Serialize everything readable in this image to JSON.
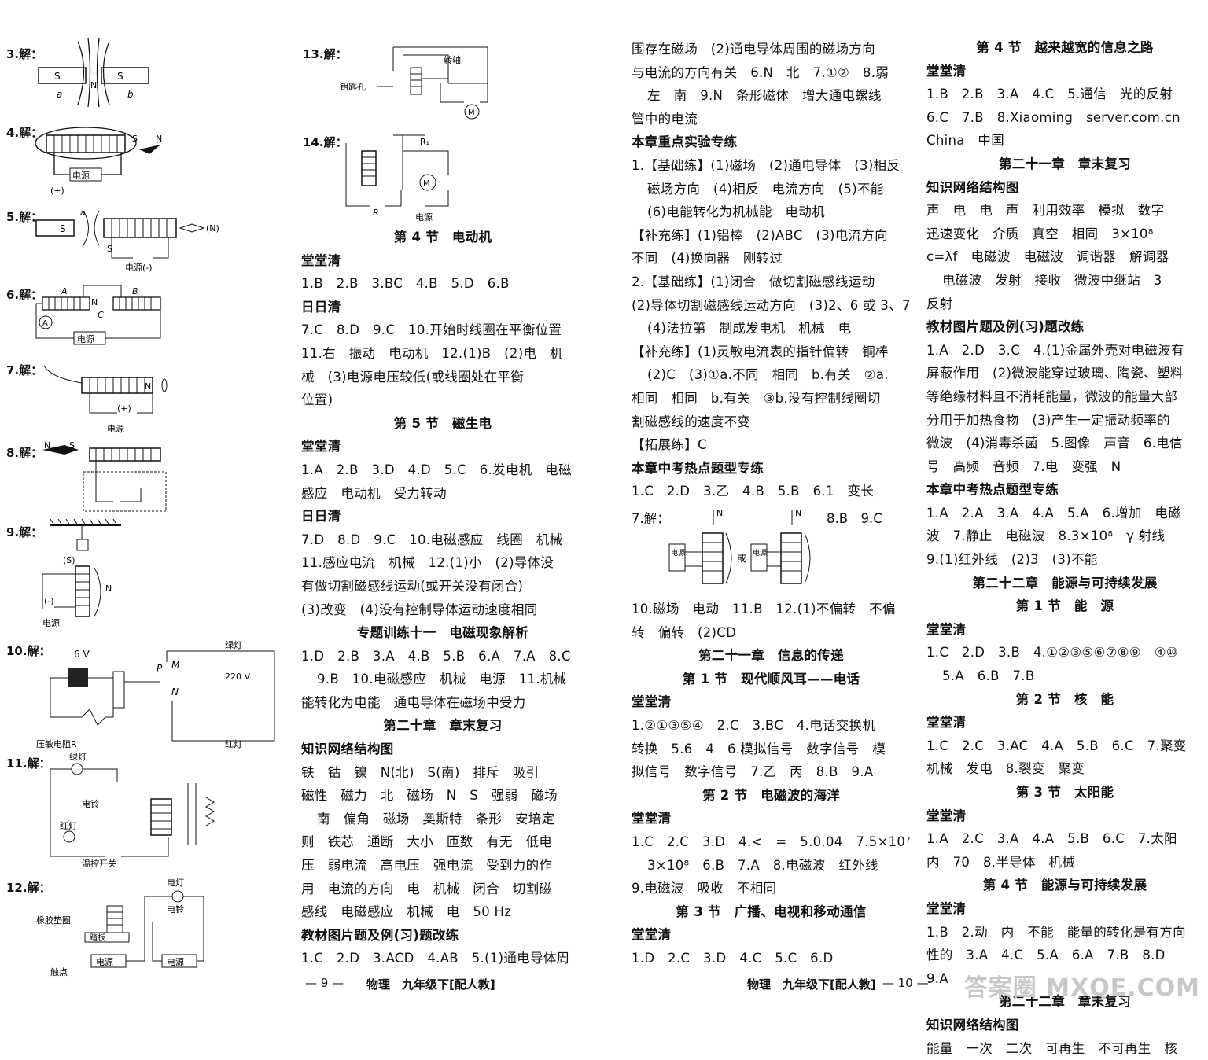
{
  "col1": {
    "labels": [
      "3.解：",
      "4.解：",
      "5.解：",
      "6.解：",
      "7.解：",
      "8.解：",
      "9.解：",
      "10.解：",
      "11.解：",
      "12.解："
    ],
    "d3": {
      "s1": "S",
      "n": "N",
      "s2": "S",
      "a": "a",
      "b": "b"
    },
    "d4": {
      "s": "S",
      "n": "N",
      "power": "电源",
      "plus": "(+)"
    },
    "d5": {
      "s": "S",
      "a": "a",
      "n": "(N)",
      "s2": "S",
      "power": "电源(-)"
    },
    "d6": {
      "a": "A",
      "n": "N",
      "c": "C",
      "b": "B",
      "meter": "A",
      "power": "电源"
    },
    "d7": {
      "n": "N",
      "plus": "(+)",
      "power": "电源"
    },
    "d8": {
      "n": "N",
      "s": "S"
    },
    "d9": {
      "s": "(S)",
      "minus": "(-)",
      "power": "电源",
      "n": "N"
    },
    "d10": {
      "v": "6 V",
      "p": "P",
      "m": "M",
      "n": "N",
      "green": "绿灯",
      "v220": "220 V",
      "red": "红灯",
      "r": "压敏电阻R"
    },
    "d11": {
      "green": "绿灯",
      "bell": "电铃",
      "red": "红灯",
      "switch": "温控开关"
    },
    "d12": {
      "pad": "橡胶垫圈",
      "plate": "踏板",
      "contact": "触点",
      "power1": "电源",
      "power2": "电源",
      "light": "电灯",
      "bell": "电铃"
    }
  },
  "col2": {
    "labels13": "13.解：",
    "d13": {
      "keyhole": "钥匙孔",
      "shaft": "转轴",
      "m": "M"
    },
    "labels14": "14.解：",
    "d14": {
      "r1": "R₁",
      "m": "M",
      "r": "R",
      "power": "电源"
    },
    "lines": [
      {
        "t": "第 4 节　电动机",
        "c": "hc"
      },
      {
        "t": "堂堂清",
        "c": "h"
      },
      {
        "t": "1.B　2.B　3.BC　4.B　5.D　6.B",
        "c": ""
      },
      {
        "t": "日日清",
        "c": "h"
      },
      {
        "t": "7.C　8.D　9.C　10.开始时线圈在平衡位置",
        "c": ""
      },
      {
        "t": "11.右　振动　电动机　12.(1)B　(2)电　机",
        "c": ""
      },
      {
        "t": "械　(3)电源电压较低(或线圈处在平衡",
        "c": ""
      },
      {
        "t": "位置)",
        "c": ""
      },
      {
        "t": "第 5 节　磁生电",
        "c": "hc"
      },
      {
        "t": "堂堂清",
        "c": "h"
      },
      {
        "t": "1.A　2.B　3.D　4.D　5.C　6.发电机　电磁",
        "c": ""
      },
      {
        "t": "感应　电动机　受力转动",
        "c": ""
      },
      {
        "t": "日日清",
        "c": "h"
      },
      {
        "t": "7.D　8.D　9.C　10.电磁感应　线圈　机械",
        "c": ""
      },
      {
        "t": "11.感应电流　机械　12.(1)小　(2)导体没",
        "c": ""
      },
      {
        "t": "有做切割磁感线运动(或开关没有闭合)",
        "c": ""
      },
      {
        "t": "(3)改变　(4)没有控制导体运动速度相同",
        "c": ""
      },
      {
        "t": "专题训练十一　电磁现象解析",
        "c": "hc"
      },
      {
        "t": "1.D　2.B　3.A　4.B　5.B　6.A　7.A　8.C",
        "c": ""
      },
      {
        "t": "9.B　10.电磁感应　机械　电源　11.机械",
        "c": "i"
      },
      {
        "t": "能转化为电能　通电导体在磁场中受力",
        "c": ""
      },
      {
        "t": "第二十章　章末复习",
        "c": "hc"
      },
      {
        "t": "知识网络结构图",
        "c": "h"
      },
      {
        "t": "铁　钴　镍　N(北)　S(南)　排斥　吸引",
        "c": ""
      },
      {
        "t": "磁性　磁力　北　磁场　N　S　强弱　磁场",
        "c": ""
      },
      {
        "t": "南　偏角　磁场　奥斯特　条形　安培定",
        "c": "i"
      },
      {
        "t": "则　铁芯　通断　大小　匝数　有无　低电",
        "c": ""
      },
      {
        "t": "压　弱电流　高电压　强电流　受到力的作",
        "c": ""
      },
      {
        "t": "用　电流的方向　电　机械　闭合　切割磁",
        "c": ""
      },
      {
        "t": "感线　电磁感应　机械　电　50 Hz",
        "c": ""
      },
      {
        "t": "教材图片题及例(习)题改练",
        "c": "h"
      },
      {
        "t": "1.C　2.D　3.ACD　4.AB　5.(1)通电导体周",
        "c": ""
      }
    ]
  },
  "col3": {
    "linesTop": [
      {
        "t": "围存在磁场　(2)通电导体周围的磁场方向",
        "c": ""
      },
      {
        "t": "与电流的方向有关　6.N　北　7.①②　8.弱",
        "c": ""
      },
      {
        "t": "左　南　9.N　条形磁体　增大通电螺线",
        "c": "i"
      },
      {
        "t": "管中的电流",
        "c": ""
      },
      {
        "t": "本章重点实验专练",
        "c": "h"
      },
      {
        "t": "1.【基础练】(1)磁场　(2)通电导体　(3)相反",
        "c": ""
      },
      {
        "t": "磁场方向　(4)相反　电流方向　(5)不能",
        "c": "i"
      },
      {
        "t": "(6)电能转化为机械能　电动机",
        "c": "i"
      },
      {
        "t": "【补充练】(1)铝棒　(2)ABC　(3)电流方向",
        "c": ""
      },
      {
        "t": "不同　(4)换向器　刚转过",
        "c": ""
      },
      {
        "t": "2.【基础练】(1)闭合　做切割磁感线运动",
        "c": ""
      },
      {
        "t": "(2)导体切割磁感线运动方向　(3)2、6 或 3、7",
        "c": ""
      },
      {
        "t": "(4)法拉第　制成发电机　机械　电",
        "c": "i"
      },
      {
        "t": "【补充练】(1)灵敏电流表的指针偏转　铜棒",
        "c": ""
      },
      {
        "t": "(2)C　(3)①a.不同　相同　b.有关　②a.",
        "c": "i"
      },
      {
        "t": "相同　相同　b.有关　③b.没有控制线圈切",
        "c": ""
      },
      {
        "t": "割磁感线的速度不变",
        "c": ""
      },
      {
        "t": "【拓展练】C",
        "c": ""
      },
      {
        "t": "本章中考热点题型专练",
        "c": "h"
      },
      {
        "t": "1.C　2.D　3.乙　4.B　5.B　6.1　变长",
        "c": ""
      }
    ],
    "q7": {
      "label": "7.解：",
      "rest": "8.B　9.C",
      "n1": "N",
      "n2": "N",
      "power1": "电源",
      "power2": "电源",
      "or": "或"
    },
    "linesBottom": [
      {
        "t": "10.磁场　电动　11.B　12.(1)不偏转　不偏",
        "c": ""
      },
      {
        "t": "转　偏转　(2)CD",
        "c": ""
      },
      {
        "t": "第二十一章　信息的传递",
        "c": "hc"
      },
      {
        "t": "第 1 节　现代顺风耳——电话",
        "c": "hc"
      },
      {
        "t": "堂堂清",
        "c": "h"
      },
      {
        "t": "1.②①③⑤④　2.C　3.BC　4.电话交换机",
        "c": ""
      },
      {
        "t": "转换　5.6　4　6.模拟信号　数字信号　模",
        "c": ""
      },
      {
        "t": "拟信号　数字信号　7.乙　丙　8.B　9.A",
        "c": ""
      },
      {
        "t": "第 2 节　电磁波的海洋",
        "c": "hc"
      },
      {
        "t": "堂堂清",
        "c": "h"
      },
      {
        "t": "1.C　2.C　3.D　4.<　=　5.0.04　7.5×10⁷",
        "c": ""
      },
      {
        "t": "3×10⁸　6.B　7.A　8.电磁波　红外线",
        "c": "i"
      },
      {
        "t": "9.电磁波　吸收　不相同",
        "c": ""
      },
      {
        "t": "第 3 节　广播、电视和移动通信",
        "c": "hc"
      },
      {
        "t": "堂堂清",
        "c": "h"
      },
      {
        "t": "1.D　2.C　3.D　4.C　5.C　6.D",
        "c": ""
      }
    ]
  },
  "col4": {
    "lines": [
      {
        "t": "第 4 节　越来越宽的信息之路",
        "c": "hc"
      },
      {
        "t": "堂堂清",
        "c": "h"
      },
      {
        "t": "1.B　2.B　3.A　4.C　5.通信　光的反射",
        "c": ""
      },
      {
        "t": "6.C　7.B　8.Xiaoming　server.com.cn",
        "c": ""
      },
      {
        "t": "China　中国",
        "c": ""
      },
      {
        "t": "第二十一章　章末复习",
        "c": "hc"
      },
      {
        "t": "知识网络结构图",
        "c": "h"
      },
      {
        "t": "声　电　电　声　利用效率　模拟　数字",
        "c": ""
      },
      {
        "t": "迅速变化　介质　真空　相同　3×10⁸",
        "c": ""
      },
      {
        "t": "c=λf　电磁波　电磁波　调谐器　解调器",
        "c": ""
      },
      {
        "t": "电磁波　发射　接收　微波中继站　3",
        "c": "i"
      },
      {
        "t": "反射",
        "c": ""
      },
      {
        "t": "教材图片题及例(习)题改练",
        "c": "h"
      },
      {
        "t": "1.A　2.D　3.C　4.(1)金属外壳对电磁波有",
        "c": ""
      },
      {
        "t": "屏蔽作用　(2)微波能穿过玻璃、陶瓷、塑料",
        "c": ""
      },
      {
        "t": "等绝缘材料且不消耗能量，微波的能量大部",
        "c": ""
      },
      {
        "t": "分用于加热食物　(3)产生一定振动频率的",
        "c": ""
      },
      {
        "t": "微波　(4)消毒杀菌　5.图像　声音　6.电信",
        "c": ""
      },
      {
        "t": "号　高频　音频　7.电　变强　N",
        "c": ""
      },
      {
        "t": "本章中考热点题型专练",
        "c": "h"
      },
      {
        "t": "1.A　2.A　3.A　4.A　5.A　6.增加　电磁",
        "c": ""
      },
      {
        "t": "波　7.静止　电磁波　8.3×10⁸　γ 射线",
        "c": ""
      },
      {
        "t": "9.(1)红外线　(2)3　(3)不能",
        "c": ""
      },
      {
        "t": "第二十二章　能源与可持续发展",
        "c": "hc"
      },
      {
        "t": "第 1 节　能　源",
        "c": "hc"
      },
      {
        "t": "堂堂清",
        "c": "h"
      },
      {
        "t": "1.C　2.D　3.B　4.①②③⑤⑥⑦⑧⑨　④⑩",
        "c": ""
      },
      {
        "t": "5.A　6.B　7.B",
        "c": "i"
      },
      {
        "t": "第 2 节　核　能",
        "c": "hc"
      },
      {
        "t": "堂堂清",
        "c": "h"
      },
      {
        "t": "1.C　2.C　3.AC　4.A　5.B　6.C　7.聚变",
        "c": ""
      },
      {
        "t": "机械　发电　8.裂变　聚变",
        "c": ""
      },
      {
        "t": "第 3 节　太阳能",
        "c": "hc"
      },
      {
        "t": "堂堂清",
        "c": "h"
      },
      {
        "t": "1.A　2.C　3.A　4.A　5.B　6.C　7.太阳",
        "c": ""
      },
      {
        "t": "内　70　8.半导体　机械",
        "c": ""
      },
      {
        "t": "第 4 节　能源与可持续发展",
        "c": "hc"
      },
      {
        "t": "堂堂清",
        "c": "h"
      },
      {
        "t": "1.B　2.动　内　不能　能量的转化是有方向",
        "c": ""
      },
      {
        "t": "性的　3.A　4.C　5.A　6.A　7.B　8.D",
        "c": ""
      },
      {
        "t": "9.A",
        "c": ""
      },
      {
        "t": "第二十二章　章末复习",
        "c": "hc"
      },
      {
        "t": "知识网络结构图",
        "c": "h"
      },
      {
        "t": "能量　一次　二次　可再生　不可再生　核",
        "c": ""
      }
    ]
  },
  "footer": {
    "left_page": "— 9 —",
    "left_title": "物理　九年级下[配人教]",
    "right_title": "物理　九年级下[配人教]",
    "right_page": "— 10 —"
  },
  "watermark": "答案圈 MXQE.COM"
}
